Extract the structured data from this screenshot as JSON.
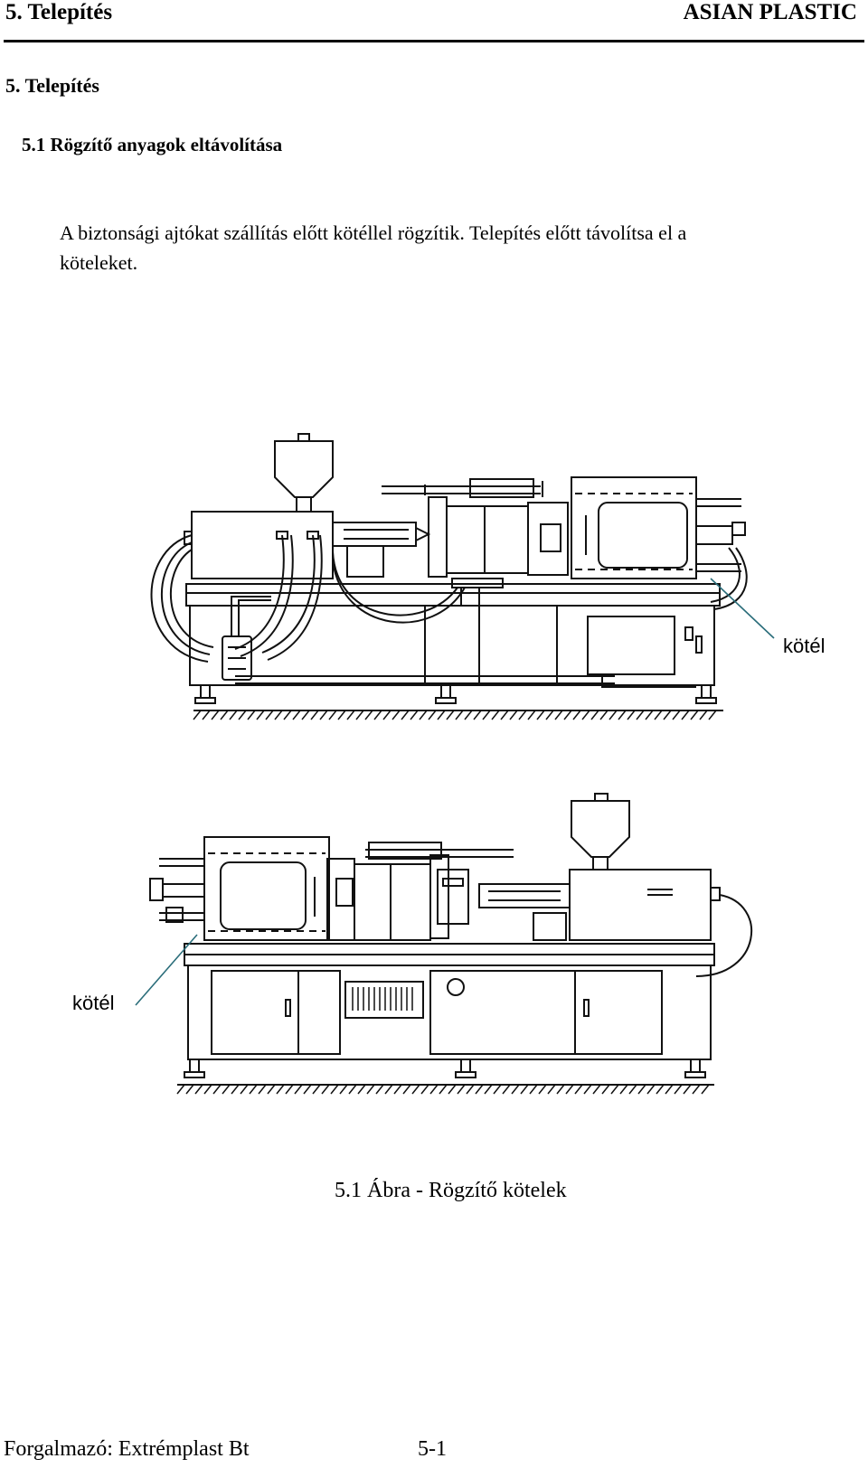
{
  "header": {
    "chapter": "5.  Telepítés",
    "brand": "ASIAN PLASTIC"
  },
  "section": {
    "heading": "5.  Telepítés",
    "subheading": "5.1  Rögzítő anyagok eltávolítása",
    "paragraph_line1": "A biztonsági ajtókat szállítás előtt kötéllel rögzítik. Telepítés előtt távolítsa el a",
    "paragraph_line2": "köteleket."
  },
  "figure": {
    "label_top": "kötél",
    "label_bottom": "kötél",
    "caption": "5.1 Ábra - Rögzítő kötelek"
  },
  "footer": {
    "distributor": "Forgalmazó: Extrémplast Bt",
    "page_number": "5-1"
  }
}
